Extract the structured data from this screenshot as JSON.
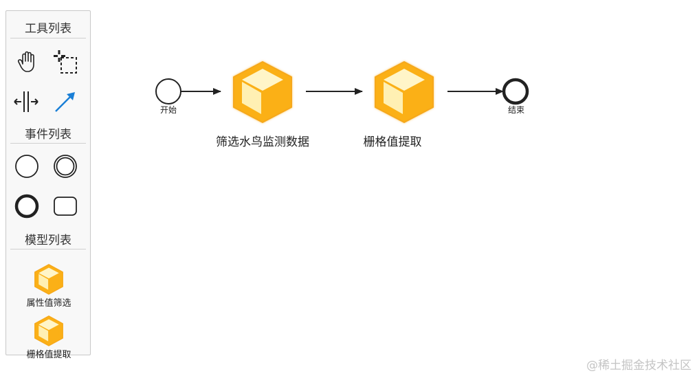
{
  "palette": {
    "tools_title": "工具列表",
    "events_title": "事件列表",
    "models_title": "模型列表",
    "models": [
      {
        "label": "属性值筛选"
      },
      {
        "label": "栅格值提取"
      }
    ]
  },
  "diagram": {
    "start_label": "开始",
    "end_label": "结束",
    "tasks": [
      {
        "label": "筛选水鸟监测数据"
      },
      {
        "label": "栅格值提取"
      }
    ]
  },
  "colors": {
    "cube_front": "#fbb017",
    "cube_light": "#fff5c8",
    "cube_border": "#f6a81a",
    "connect_arrow": "#1a7fd6",
    "stroke": "#222222"
  },
  "watermark": "@稀土掘金技术社区"
}
